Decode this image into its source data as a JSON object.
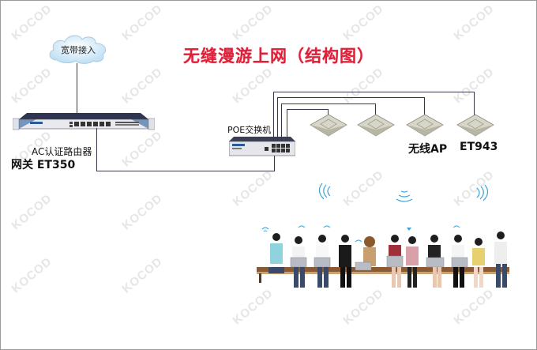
{
  "title": "无缝漫游上网（结构图）",
  "cloud": {
    "label": "宽带接入"
  },
  "router": {
    "type_label": "AC认证路由器",
    "model_label": "网关 ET350"
  },
  "switch": {
    "label": "POE交换机"
  },
  "access_points": {
    "type_label": "无线AP",
    "model_label": "ET943",
    "count": 4
  },
  "watermark": "KOCOD",
  "scene": {
    "description": "people seated on a bench using laptops and phones with wifi signals"
  },
  "colors": {
    "title": "#e0203a",
    "line": "#3c3448",
    "wifi": "#3fa3d8"
  }
}
